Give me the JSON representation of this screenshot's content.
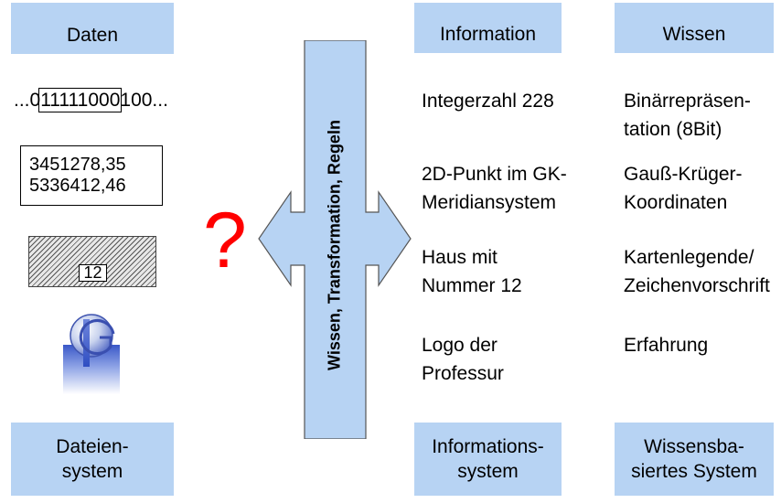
{
  "headers": {
    "daten": "Daten",
    "information": "Information",
    "wissen": "Wissen"
  },
  "data_column": {
    "binary_prefix": "...0",
    "binary_boxed": "11111000",
    "binary_suffix": "100...",
    "coord_line1": "3451278,35",
    "coord_line2": "5336412,46",
    "house_number": "12",
    "logo_icon": "professorship-logo-icon"
  },
  "question_mark": "?",
  "arrow_label": "Wissen, Transformation, Regeln",
  "information_items": [
    "Integerzahl 228",
    "2D-Punkt im GK-\nMeridiansystem",
    "Haus mit\nNummer 12",
    "Logo der\nProfessur"
  ],
  "wissen_items": [
    "Binärrepräsen-\ntation (8Bit)",
    "Gauß-Krüger-\nKoordinaten",
    "Kartenlegende/\nZeichenvorschrift",
    "Erfahrung"
  ],
  "footers": {
    "dateiensystem": "Dateien-\nsystem",
    "informationssystem": "Informations-\nsystem",
    "wissensbasiertes": "Wissensba-\nsiertes System"
  },
  "colors": {
    "box_fill": "#b7d3f3",
    "question_mark": "#ff0000",
    "arrow_fill": "#b7d3f3"
  }
}
